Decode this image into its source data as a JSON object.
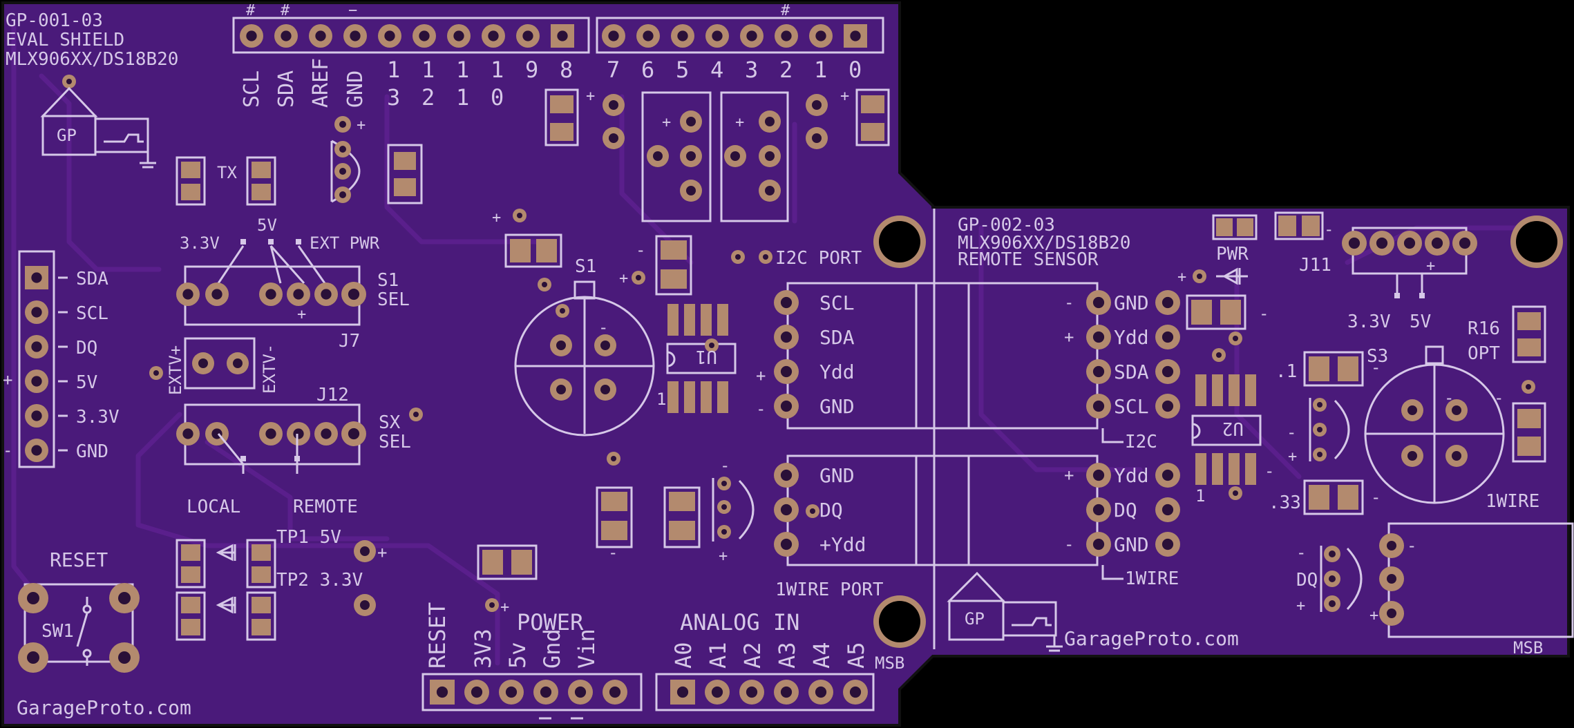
{
  "board": {
    "colors": {
      "substrate": "#4a1a7a",
      "copper": "#b38a6e",
      "silk": "#d6c8e8",
      "trace": "#5a1f8c",
      "background": "#000000"
    }
  },
  "left": {
    "title": [
      "GP-001-03",
      "EVAL SHIELD",
      "MLX906XX/DS18B20"
    ],
    "hash_marks": [
      "#",
      "#",
      "−",
      "#"
    ],
    "top_header_labels": [
      "SCL",
      "SDA",
      "AREF",
      "GND",
      "13",
      "12",
      "11",
      "10",
      "9",
      "8"
    ],
    "digital_labels": [
      "7",
      "6",
      "5",
      "4",
      "3",
      "2",
      "1",
      "0"
    ],
    "logo_text": "GP",
    "tx_label": "TX",
    "left_header_labels": [
      "SDA",
      "SCL",
      "DQ",
      "5V",
      "3.3V",
      "GND"
    ],
    "plus": "+",
    "minus": "-",
    "v33": "3.3V",
    "v5": "5V",
    "ext_pwr": "EXT PWR",
    "s1sel": [
      "S1",
      "SEL"
    ],
    "j7": "J7",
    "extv_plus": "EXTV+",
    "extv_minus": "EXTV-",
    "j12": "J12",
    "sxsel": [
      "SX",
      "SEL"
    ],
    "local": "LOCAL",
    "remote": "REMOTE",
    "s1": "S1",
    "u1": "U1",
    "one": "1",
    "i2c_port": "I2C PORT",
    "i2c_pins": [
      "SCL",
      "SDA",
      "Ydd",
      "GND"
    ],
    "ow_pins": [
      "GND",
      "DQ",
      "+Ydd"
    ],
    "ow_port": "1WIRE PORT",
    "msb": "MSB",
    "reset": "RESET",
    "sw1": "SW1",
    "tp1": "TP1 5V",
    "tp2": "TP2 3.3V",
    "power": "POWER",
    "power_labels": [
      "RESET",
      "3V3",
      "5v",
      "Gnd",
      "Vin"
    ],
    "analog_in": "ANALOG IN",
    "analog_labels": [
      "A0",
      "A1",
      "A2",
      "A3",
      "A4",
      "A5"
    ],
    "url": "GarageProto.com"
  },
  "right": {
    "title": [
      "GP-002-03",
      "MLX906XX/DS18B20",
      "REMOTE SENSOR"
    ],
    "pwr": "PWR",
    "j11": "J11",
    "v33": "3.3V",
    "v5": "5V",
    "r16": "R16",
    "opt": "OPT",
    "s3": "S3",
    "u2": "U2",
    "one": "1",
    "i2c_pins": [
      "GND",
      "Ydd",
      "SDA",
      "SCL"
    ],
    "i2c": "I2C",
    "ow_pins": [
      "Ydd",
      "DQ",
      "GND"
    ],
    "onewire": "1WIRE",
    "cap1": ".1",
    "cap33": ".33",
    "dq": "DQ",
    "onewire_label": "1WIRE",
    "msb": "MSB",
    "logo_text": "GP",
    "url": "GarageProto.com"
  }
}
